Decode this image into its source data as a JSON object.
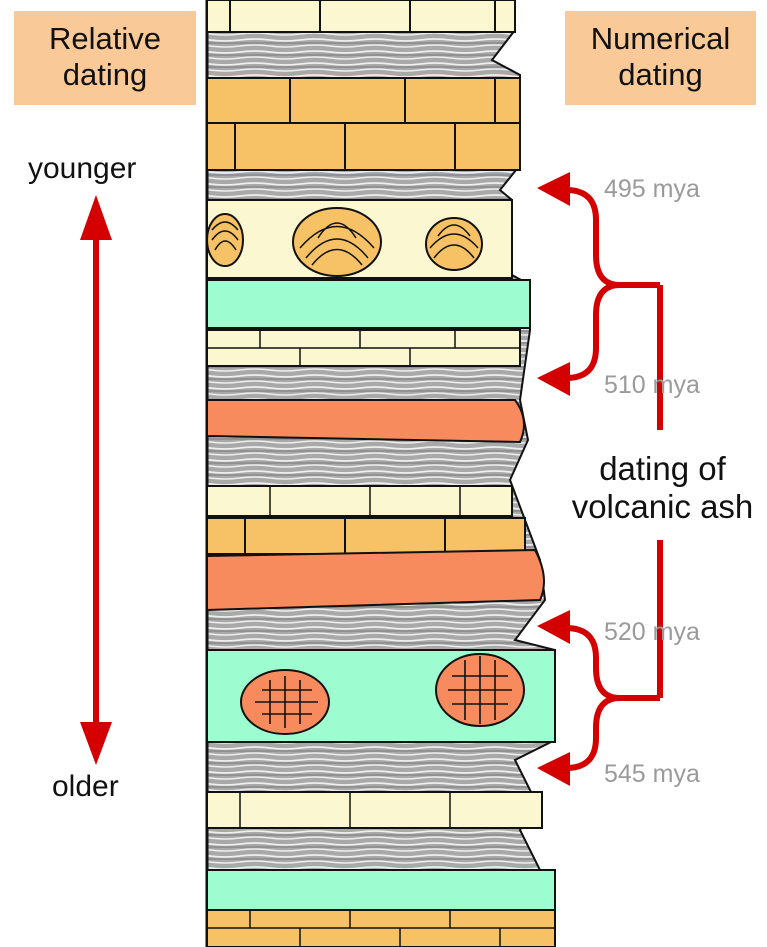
{
  "headers": {
    "relative": [
      "Relative",
      "dating"
    ],
    "numerical": [
      "Numerical",
      "dating"
    ]
  },
  "relative_labels": {
    "younger": "younger",
    "older": "older"
  },
  "dates": [
    {
      "label": "495 mya"
    },
    {
      "label": "510 mya"
    },
    {
      "label": "520 mya"
    },
    {
      "label": "545 mya"
    }
  ],
  "ash_label": [
    "dating of",
    "volcanic ash"
  ],
  "colors": {
    "arrow_red": "#d40000",
    "header_bg": "#f9c997",
    "sandstone": "#fbf7d0",
    "limestone_orange": "#f7c265",
    "shale_gray": "#a9a9a9",
    "volcanic_ash_green": "#9dfcd0",
    "lava_orange": "#f78b5d",
    "outline": "#111111"
  }
}
